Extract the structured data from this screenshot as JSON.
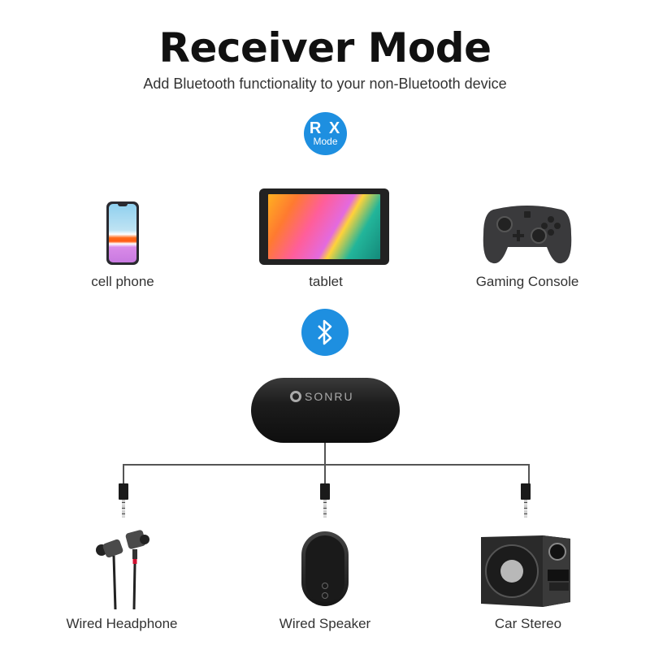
{
  "header": {
    "title": "Receiver Mode",
    "subtitle": "Add Bluetooth functionality to your non-Bluetooth device"
  },
  "mode_badge": {
    "line1": "R X",
    "line2": "Mode",
    "color": "#1e8fe0"
  },
  "sources": [
    {
      "label": "cell phone",
      "icon": "smartphone-icon"
    },
    {
      "label": "tablet",
      "icon": "tablet-icon"
    },
    {
      "label": "Gaming Console",
      "icon": "game-controller-icon"
    }
  ],
  "connection": {
    "icon": "bluetooth-icon",
    "color": "#1e8fe0"
  },
  "receiver": {
    "brand": "SONRU",
    "icon": "bluetooth-receiver-icon"
  },
  "outputs": [
    {
      "label": "Wired Headphone",
      "icon": "earphones-icon"
    },
    {
      "label": "Wired Speaker",
      "icon": "speaker-icon"
    },
    {
      "label": "Car Stereo",
      "icon": "subwoofer-icon"
    }
  ]
}
